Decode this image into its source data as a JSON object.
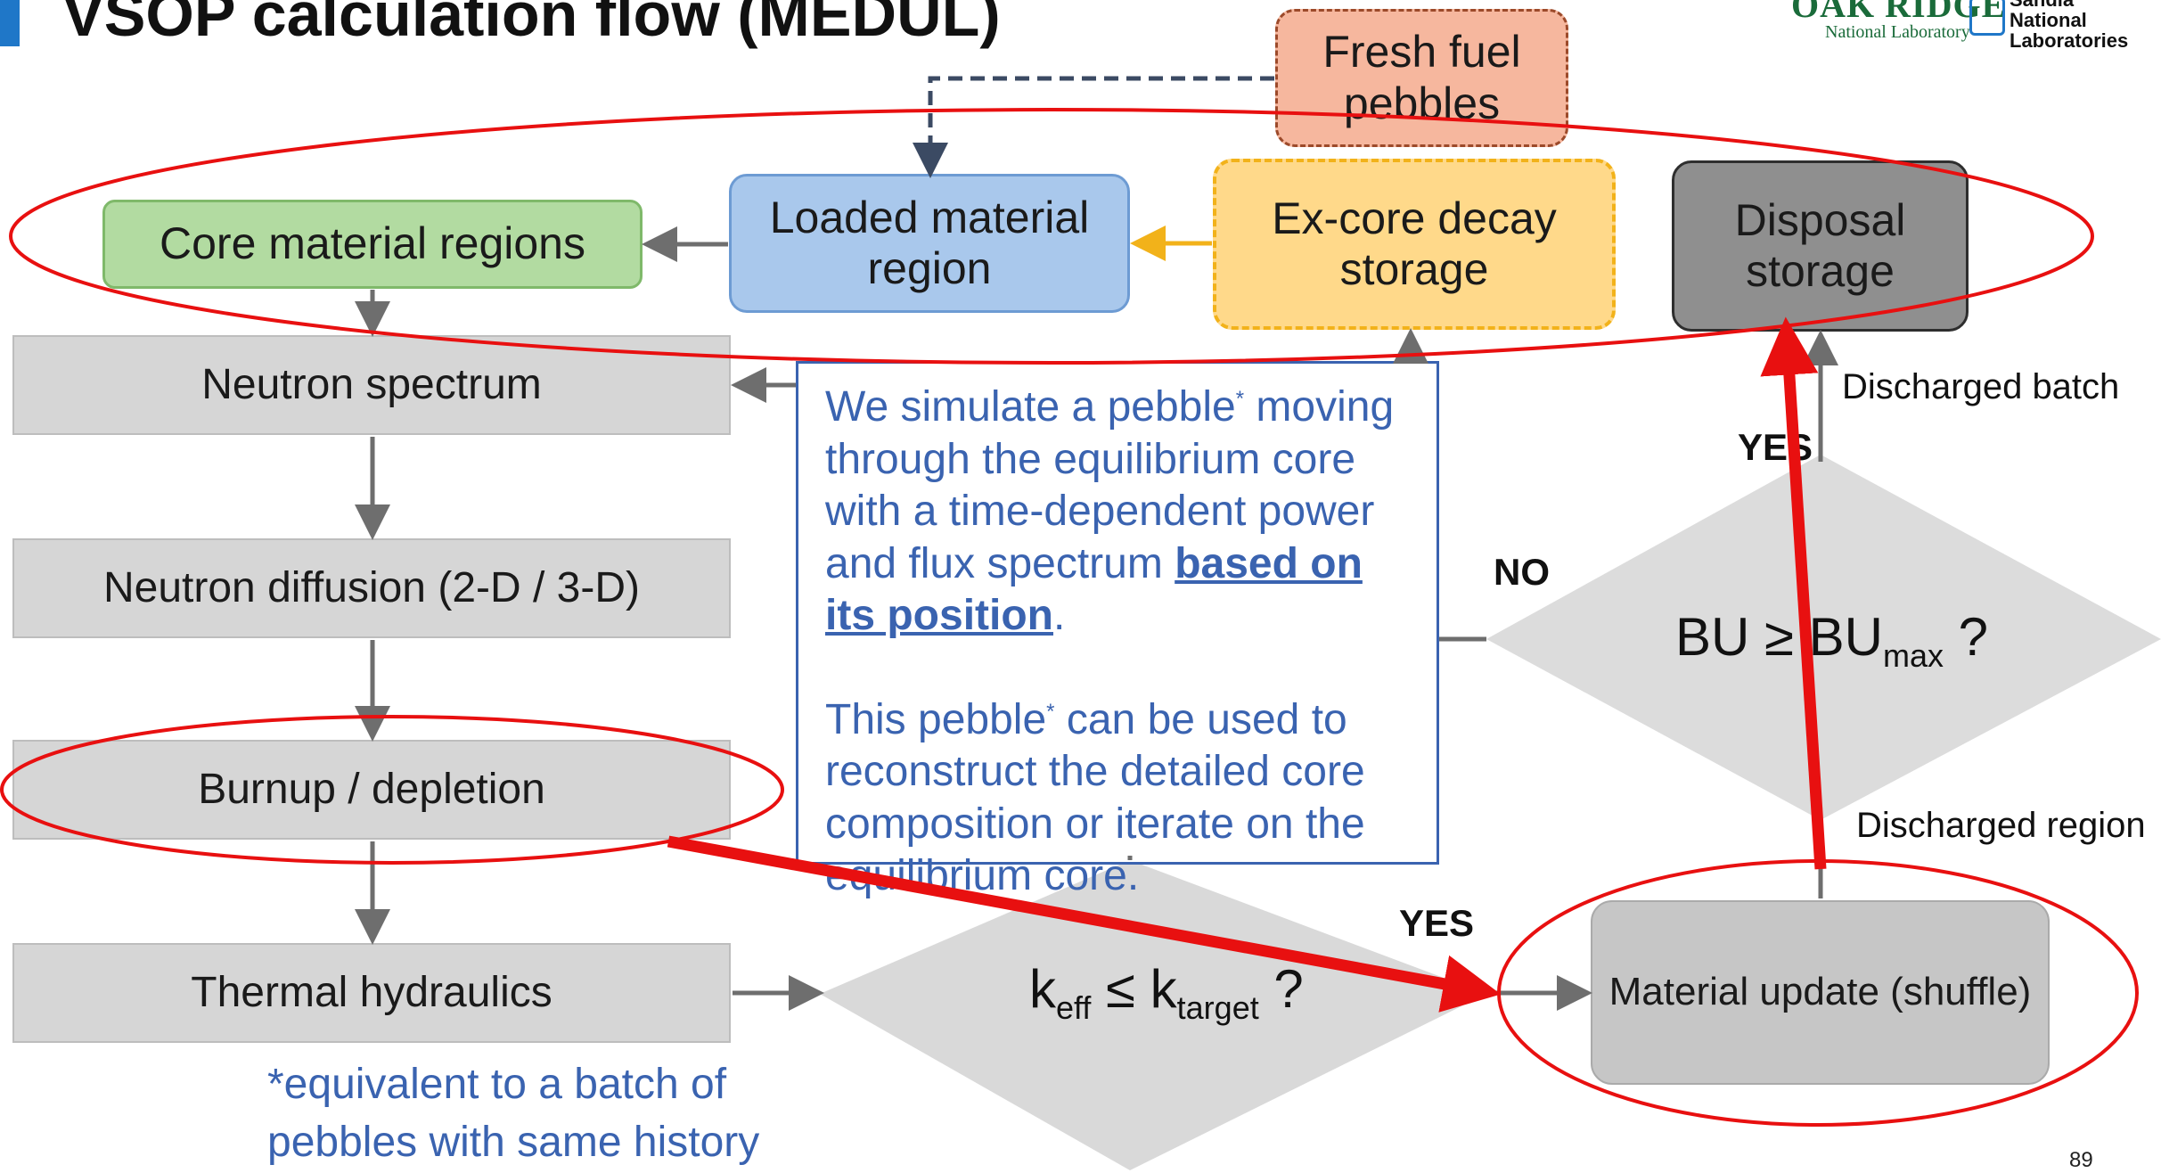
{
  "slide": {
    "title": "VSOP calculation flow (MEDUL)",
    "page_number": "89"
  },
  "logos": {
    "ornl_top": "OAK RIDGE",
    "ornl_bottom": "National Laboratory",
    "snl_line1": "Sandia",
    "snl_line2": "National",
    "snl_line3": "Laboratories"
  },
  "boxes": {
    "fresh_fuel": "Fresh fuel pebbles",
    "core_material": "Core material regions",
    "loaded_material": "Loaded material region",
    "excore": "Ex-core decay storage",
    "disposal": "Disposal storage",
    "neutron_spectrum": "Neutron spectrum",
    "neutron_diffusion": "Neutron diffusion (2-D / 3-D)",
    "burnup": "Burnup / depletion",
    "thermal": "Thermal hydraulics",
    "material_update": "Material update (shuffle)"
  },
  "decisions": {
    "keff": {
      "a": "k",
      "a_sub": "eff",
      "op": " ≤ ",
      "b": "k",
      "b_sub": "target",
      "q": " ?"
    },
    "bu": {
      "a": "BU ≥ BU",
      "a_sub": "max",
      "q": " ?"
    }
  },
  "labels": {
    "no": "NO",
    "yes_top": "YES",
    "yes_bottom": "YES",
    "discharged_batch": "Discharged batch",
    "discharged_region": "Discharged region"
  },
  "info": {
    "p1_a": "We simulate a pebble",
    "p1_star": "*",
    "p1_b": " moving through the equilibrium core with a time-dependent power and flux spectrum ",
    "p1_emph": "based on its position",
    "p1_end": ".",
    "p2_a": "This pebble",
    "p2_star": "*",
    "p2_b": " can be used to reconstruct the detailed core composition or iterate on the equilibrium core."
  },
  "footnote": {
    "line1": "*equivalent to a batch of",
    "line2": "pebbles with same history"
  },
  "colors": {
    "arrow_gray": "#6e6e6e",
    "arrow_gold": "#f2b21a",
    "annotation_red": "#e81010",
    "text_blue": "#3a63b0"
  }
}
